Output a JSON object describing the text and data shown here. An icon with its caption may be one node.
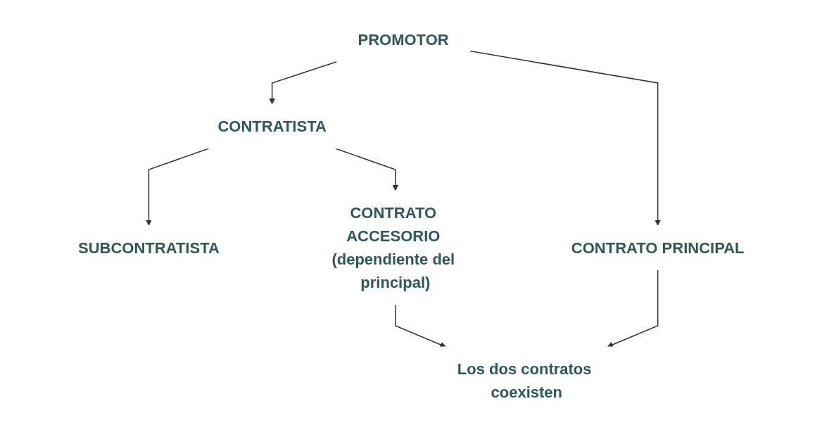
{
  "diagram": {
    "nodes": [
      {
        "text": [
          "PROMOTOR"
        ]
      },
      {
        "text": [
          "CONTRATISTA"
        ]
      },
      {
        "text": [
          "SUBCONTRATISTA"
        ]
      },
      {
        "text": [
          "CONTRATO PRINCIPAL"
        ]
      },
      {
        "text": [
          "CONTRATO ACCESORIO (dependiente del principal)"
        ]
      },
      {
        "text": [
          "Los dos contratos coexisten"
        ]
      }
    ],
    "edges": [
      {
        "from": 0,
        "to": 1,
        "arrow": "to"
      },
      {
        "from": 1,
        "to": 2,
        "arrow": "to"
      },
      {
        "from": 0,
        "to": 3,
        "arrow": "to"
      },
      {
        "from": 1,
        "to": 4,
        "arrow": "to"
      },
      {
        "from": 3,
        "to": 5,
        "arrow": "to"
      },
      {
        "from": 4,
        "to": 5,
        "arrow": "to"
      }
    ]
  }
}
